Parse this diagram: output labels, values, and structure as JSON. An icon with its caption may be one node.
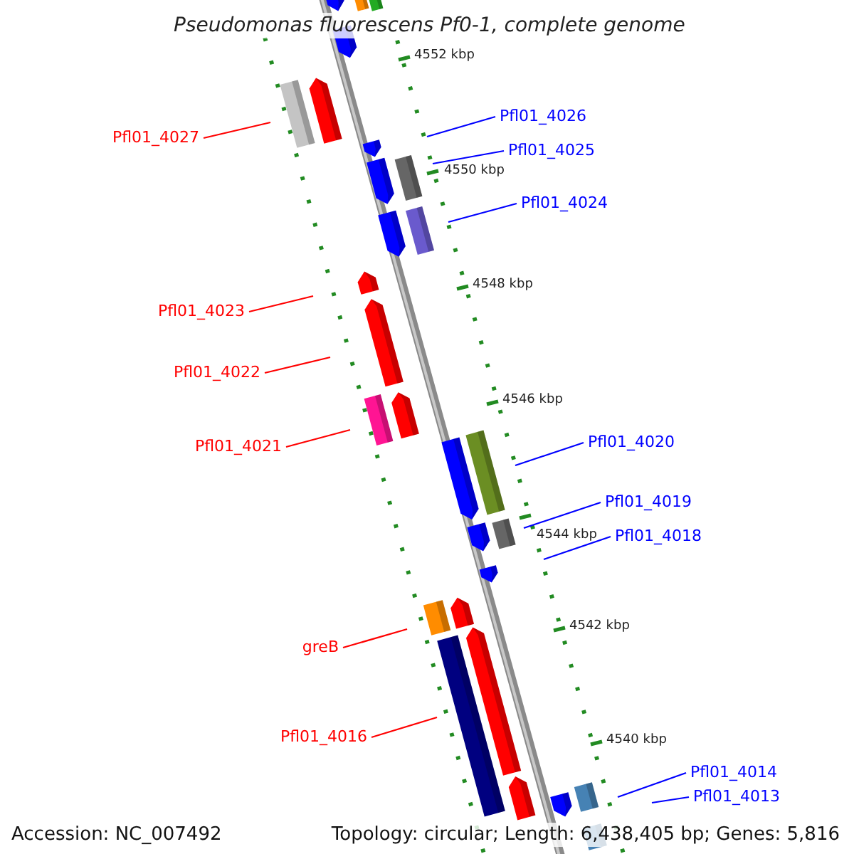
{
  "diagram": {
    "title": "Pseudomonas fluorescens Pf0-1, complete genome",
    "nodes": [
      {
        "text": [
          "Pfl01_4027"
        ]
      },
      {
        "text": [
          "Pfl01_4026"
        ]
      },
      {
        "text": [
          "Pfl01_4025"
        ]
      },
      {
        "text": [
          "Pfl01_4024"
        ]
      },
      {
        "text": [
          "Pfl01_4023"
        ]
      },
      {
        "text": [
          "Pfl01_4022"
        ]
      },
      {
        "text": [
          "Pfl01_4021"
        ]
      },
      {
        "text": [
          "Pfl01_4020"
        ]
      },
      {
        "text": [
          "Pfl01_4019"
        ]
      },
      {
        "text": [
          "Pfl01_4018"
        ]
      },
      {
        "text": [
          "greB"
        ]
      },
      {
        "text": [
          "Pfl01_4016"
        ]
      },
      {
        "text": [
          "Pfl01_4014"
        ]
      },
      {
        "text": [
          "Pfl01_4013"
        ]
      }
    ],
    "edges": [
      {
        "from": 0,
        "to": null,
        "arrow": "none",
        "color": "#ff0000"
      },
      {
        "from": 1,
        "to": null,
        "arrow": "none"
      },
      {
        "from": 2,
        "to": null,
        "arrow": "none"
      },
      {
        "from": 3,
        "to": null,
        "arrow": "none"
      },
      {
        "from": 4,
        "to": null,
        "arrow": "none",
        "color": "#ff0000"
      },
      {
        "from": 5,
        "to": null,
        "arrow": "none",
        "color": "#ff0000"
      },
      {
        "from": 6,
        "to": null,
        "arrow": "none",
        "color": "#ff0000"
      },
      {
        "from": 7,
        "to": null,
        "arrow": "none"
      },
      {
        "from": 8,
        "to": null,
        "arrow": "none"
      },
      {
        "from": 9,
        "to": null,
        "arrow": "none"
      },
      {
        "from": 10,
        "to": null,
        "arrow": "none",
        "color": "#ff0000"
      },
      {
        "from": 11,
        "to": null,
        "arrow": "none",
        "color": "#ff0000"
      },
      {
        "from": 12,
        "to": null,
        "arrow": "none"
      },
      {
        "from": 13,
        "to": null,
        "arrow": "none"
      }
    ],
    "labels": [
      "4552 kbp",
      "4550 kbp",
      "4548 kbp",
      "4546 kbp",
      "4544 kbp",
      "4542 kbp",
      "4540 kbp",
      "Accession: NC_007492",
      "Topology: circular; Length: 6,438,405 bp; Genes: 5,816"
    ]
  }
}
